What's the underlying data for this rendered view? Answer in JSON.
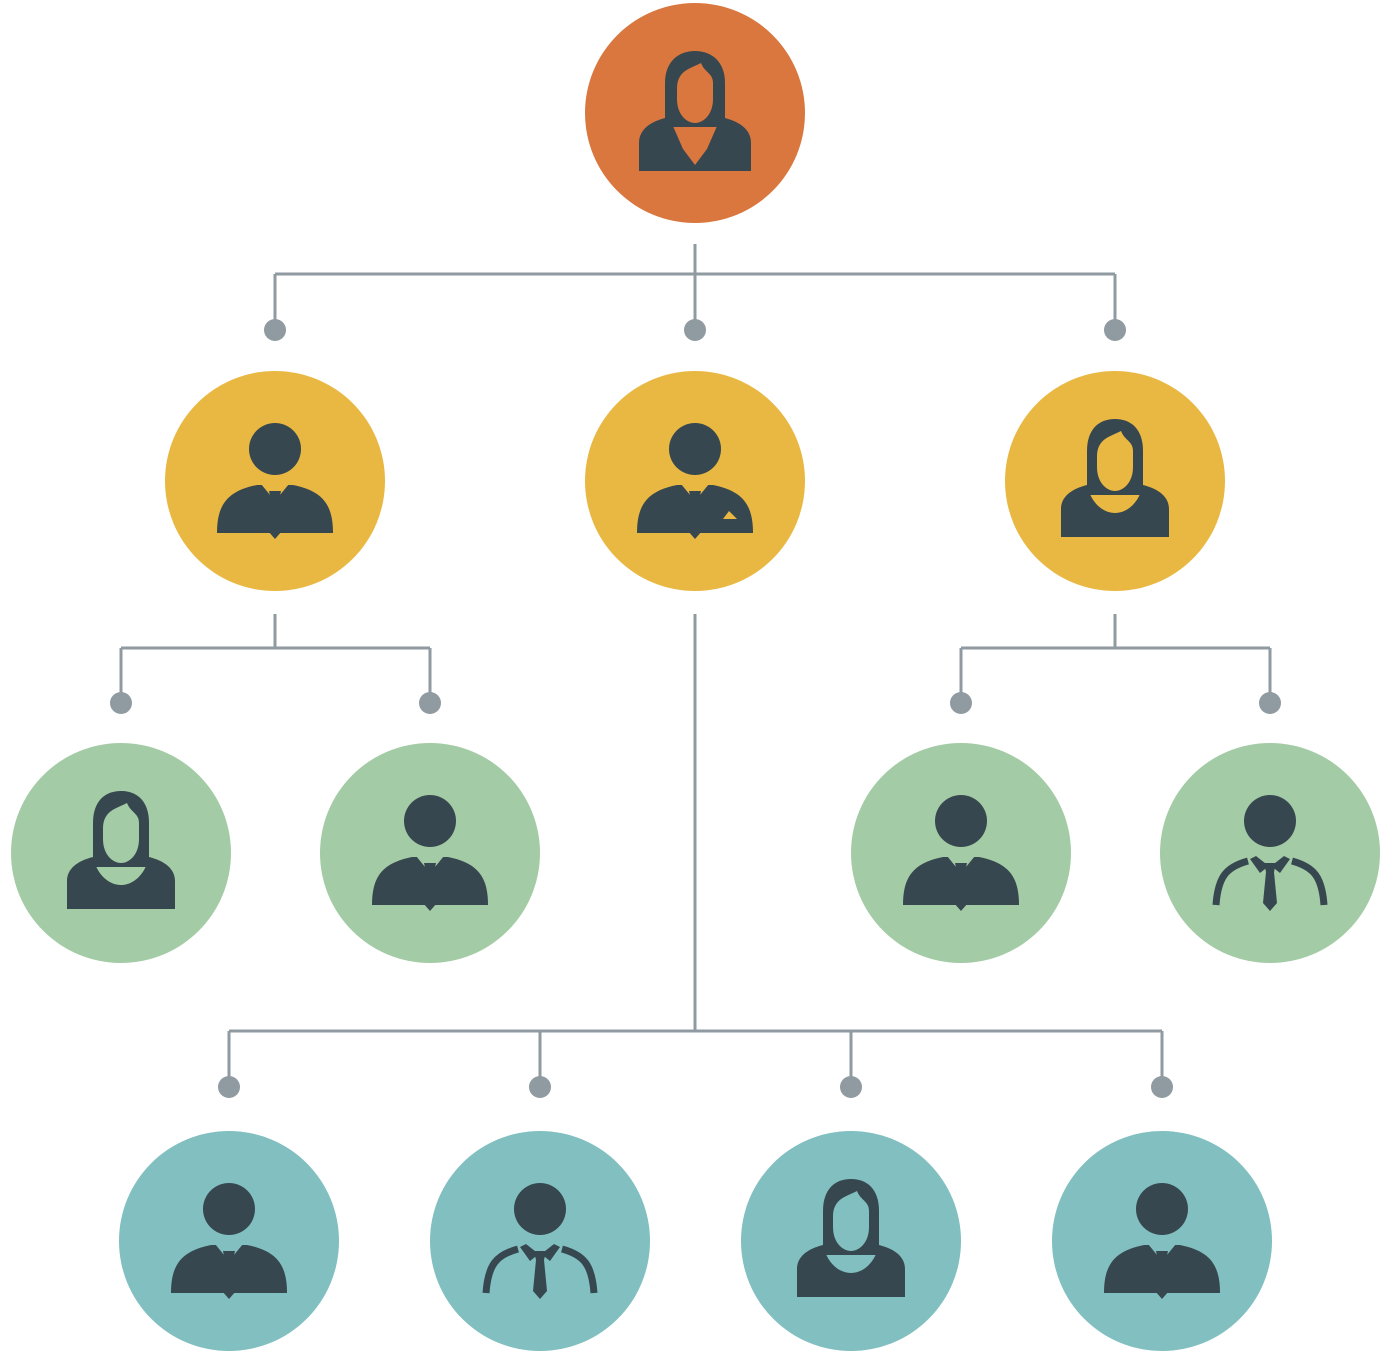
{
  "diagram": {
    "type": "org-chart",
    "colors": {
      "level_0": "#d9773f",
      "level_1": "#e9b842",
      "level_2": "#a3cba5",
      "level_3": "#81bfc0",
      "connector": "#8f9aa1",
      "icon": "#37474f"
    },
    "nodes": [
      {
        "id": "n0",
        "level": 0,
        "icon": "businesswoman-icon",
        "parent": null
      },
      {
        "id": "n1",
        "level": 1,
        "icon": "businessman-icon",
        "parent": "n0"
      },
      {
        "id": "n2",
        "level": 1,
        "icon": "businessman-suit-icon",
        "parent": "n0"
      },
      {
        "id": "n3",
        "level": 1,
        "icon": "woman-icon",
        "parent": "n0"
      },
      {
        "id": "n4",
        "level": 2,
        "icon": "woman-icon",
        "parent": "n1"
      },
      {
        "id": "n5",
        "level": 2,
        "icon": "businessman-icon",
        "parent": "n1"
      },
      {
        "id": "n6",
        "level": 2,
        "icon": "businessman-icon",
        "parent": "n3"
      },
      {
        "id": "n7",
        "level": 2,
        "icon": "man-open-jacket-icon",
        "parent": "n3"
      },
      {
        "id": "n8",
        "level": 3,
        "icon": "businessman-icon",
        "parent": "n2"
      },
      {
        "id": "n9",
        "level": 3,
        "icon": "man-open-jacket-icon",
        "parent": "n2"
      },
      {
        "id": "n10",
        "level": 3,
        "icon": "woman-icon",
        "parent": "n2"
      },
      {
        "id": "n11",
        "level": 3,
        "icon": "businessman-icon",
        "parent": "n2"
      }
    ]
  }
}
